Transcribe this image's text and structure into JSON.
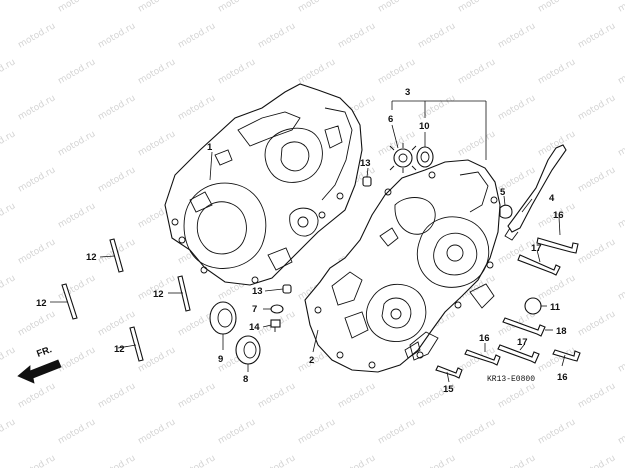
{
  "watermark": {
    "text": "motod.ru"
  },
  "diagram_code": "KR13-E0800",
  "direction": {
    "label": "FR."
  },
  "callouts": [
    {
      "id": "1",
      "text": "1"
    },
    {
      "id": "2",
      "text": "2"
    },
    {
      "id": "3",
      "text": "3"
    },
    {
      "id": "4",
      "text": "4"
    },
    {
      "id": "5",
      "text": "5"
    },
    {
      "id": "6",
      "text": "6"
    },
    {
      "id": "7",
      "text": "7"
    },
    {
      "id": "8",
      "text": "8"
    },
    {
      "id": "9",
      "text": "9"
    },
    {
      "id": "10",
      "text": "10"
    },
    {
      "id": "11",
      "text": "11"
    },
    {
      "id": "12a",
      "text": "12"
    },
    {
      "id": "12b",
      "text": "12"
    },
    {
      "id": "12c",
      "text": "12"
    },
    {
      "id": "12d",
      "text": "12"
    },
    {
      "id": "13a",
      "text": "13"
    },
    {
      "id": "13b",
      "text": "13"
    },
    {
      "id": "14",
      "text": "14"
    },
    {
      "id": "15",
      "text": "15"
    },
    {
      "id": "16a",
      "text": "16"
    },
    {
      "id": "16b",
      "text": "16"
    },
    {
      "id": "16c",
      "text": "16"
    },
    {
      "id": "17a",
      "text": "17"
    },
    {
      "id": "17b",
      "text": "17"
    },
    {
      "id": "18",
      "text": "18"
    }
  ],
  "colors": {
    "ink": "#111111",
    "watermark": "#d4d4d4",
    "background": "#ffffff"
  }
}
